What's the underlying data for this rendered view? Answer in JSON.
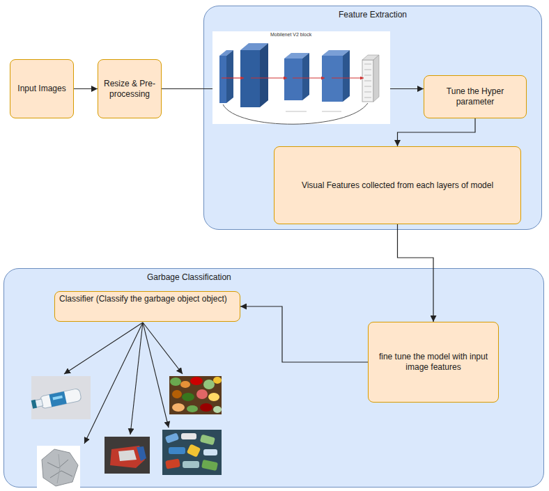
{
  "diagram": {
    "nodes": [
      {
        "text": [
          "Input Images"
        ]
      },
      {
        "text": [
          "Resize & Pre-processing"
        ]
      },
      {
        "text": [
          "Feature Extraction"
        ]
      },
      {
        "text": [
          "Tune the Hyper parameter"
        ],
        "in": 2
      },
      {
        "text": [
          "Visual Features collected from each layers of model"
        ],
        "in": 2
      },
      {
        "text": [
          "Garbage Classification"
        ]
      },
      {
        "text": [
          "Classifier (Classify the garbage object object)"
        ],
        "in": 5
      },
      {
        "text": [
          "fine tune the model with input image features"
        ],
        "in": 5
      }
    ],
    "edges": [
      {
        "from": 0,
        "to": 1,
        "arrow": "to"
      },
      {
        "from": 1,
        "to": 3,
        "arrow": "to"
      },
      {
        "from": 3,
        "to": 4,
        "arrow": "to"
      },
      {
        "from": 4,
        "to": 7,
        "arrow": "to"
      },
      {
        "from": 7,
        "to": 6,
        "arrow": "to"
      }
    ],
    "labels": [
      "Mobilenet V2 block"
    ]
  }
}
